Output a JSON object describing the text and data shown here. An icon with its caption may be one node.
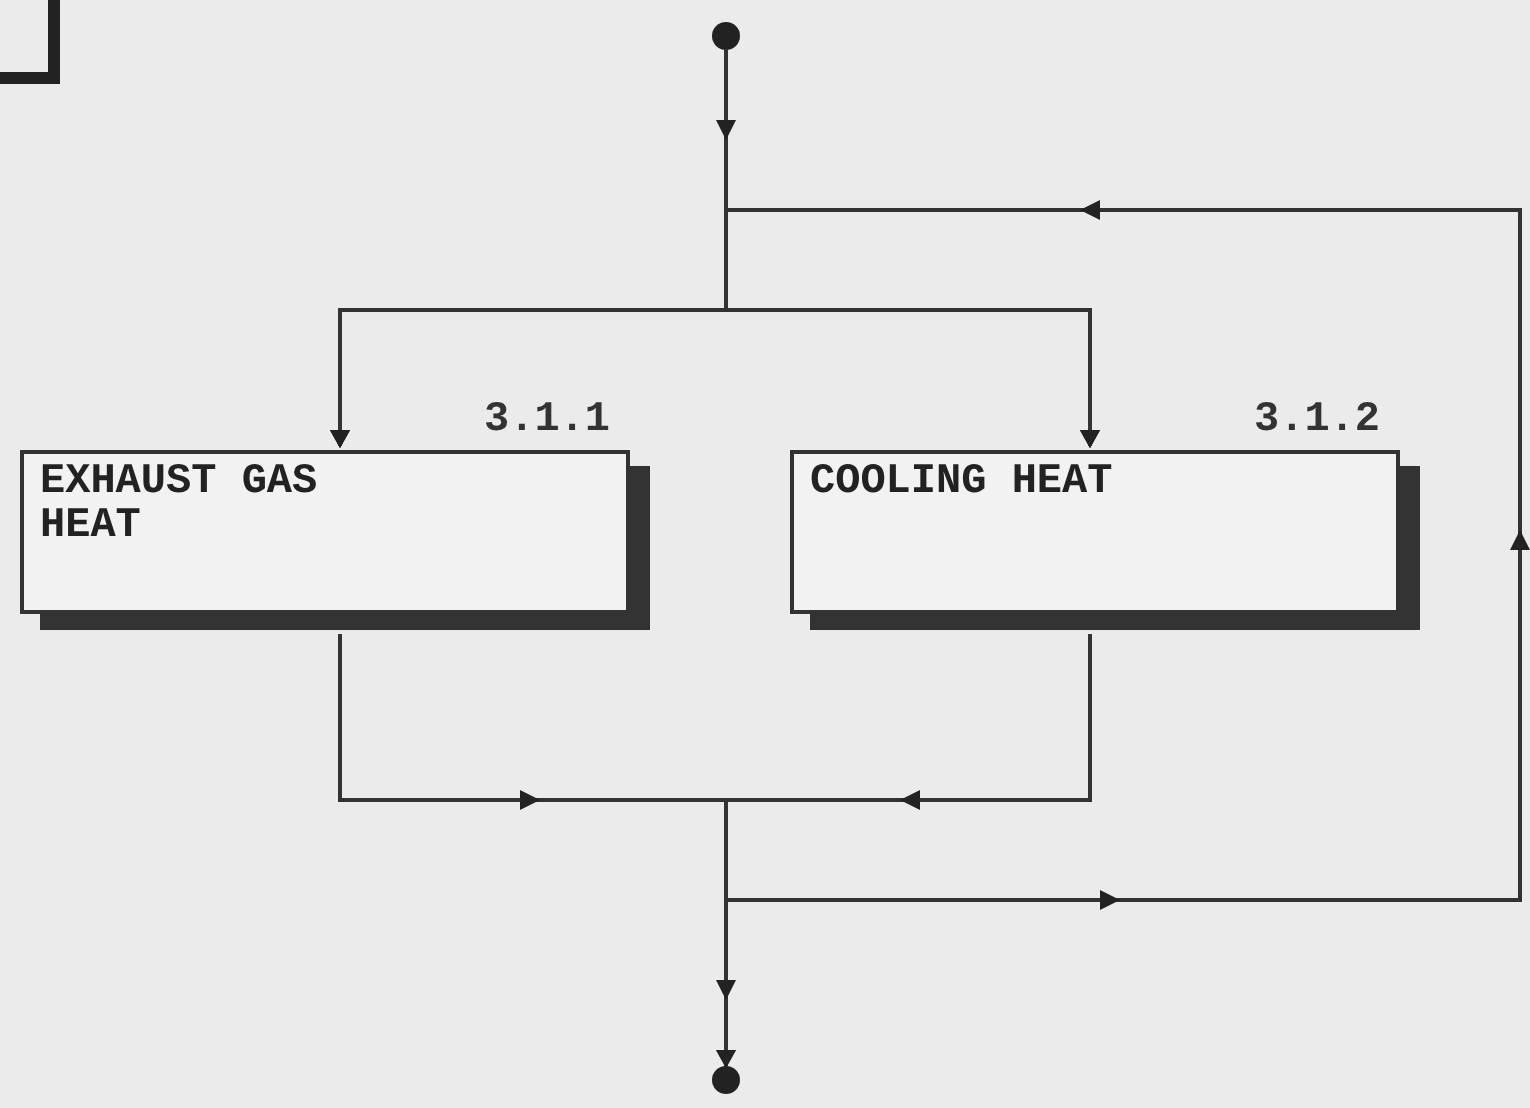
{
  "diagram": {
    "nodes": [
      {
        "text": [],
        "shape": "box"
      },
      {
        "text": [],
        "shape": "circle"
      },
      {
        "text": [
          "EXHAUST GAS HEAT"
        ],
        "beside": [
          "3.1.1"
        ]
      },
      {
        "text": [
          "COOLING HEAT"
        ],
        "beside": [
          "3.1.2"
        ]
      },
      {
        "text": [],
        "shape": "circle"
      }
    ],
    "edges": [
      {
        "from": 1,
        "to": 2,
        "arrow": "to"
      },
      {
        "from": 1,
        "to": 3,
        "arrow": "to"
      },
      {
        "from": 2,
        "to": 4,
        "arrow": "to"
      },
      {
        "from": 3,
        "to": 4,
        "arrow": "to"
      },
      {
        "from": 2,
        "to": 2,
        "arrow": "to"
      },
      {
        "from": 2,
        "to": 3,
        "arrow": "to"
      },
      {
        "from": 3,
        "to": 2,
        "arrow": "to"
      },
      {
        "from": 3,
        "to": 3,
        "arrow": "to"
      }
    ]
  }
}
